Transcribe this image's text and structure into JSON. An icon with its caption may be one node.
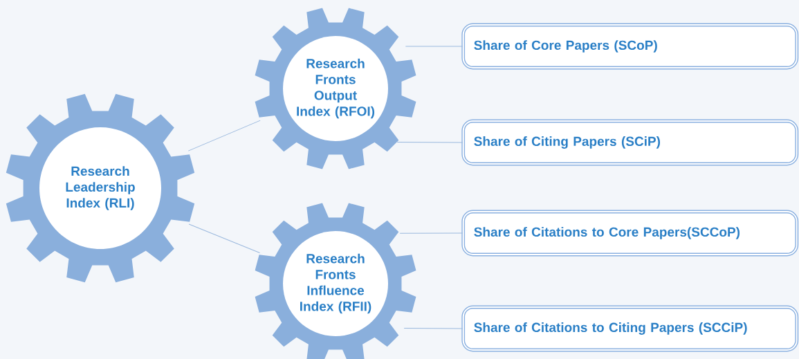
{
  "diagram": {
    "nodes": [
      {
        "text": [
          "Research Leadership Index (RLI)"
        ]
      },
      {
        "text": [
          "Research Fronts Output Index (RFOI)"
        ]
      },
      {
        "text": [
          "Research Fronts Influence Index (RFII)"
        ]
      },
      {
        "text": [
          "Share of Core Papers (SCoP)"
        ]
      },
      {
        "text": [
          "Share of Citing Papers (SCiP)"
        ]
      },
      {
        "text": [
          "Share of Citations to Core Papers(SCCoP)"
        ]
      },
      {
        "text": [
          "Share of Citations to Citing Papers (SCCiP)"
        ]
      }
    ],
    "edges": [
      {
        "from": 0,
        "to": 1,
        "arrow": "none"
      },
      {
        "from": 0,
        "to": 2,
        "arrow": "none"
      },
      {
        "from": 1,
        "to": 3,
        "arrow": "none"
      },
      {
        "from": 1,
        "to": 4,
        "arrow": "none"
      },
      {
        "from": 2,
        "to": 5,
        "arrow": "none"
      },
      {
        "from": 2,
        "to": 6,
        "arrow": "none"
      }
    ]
  }
}
